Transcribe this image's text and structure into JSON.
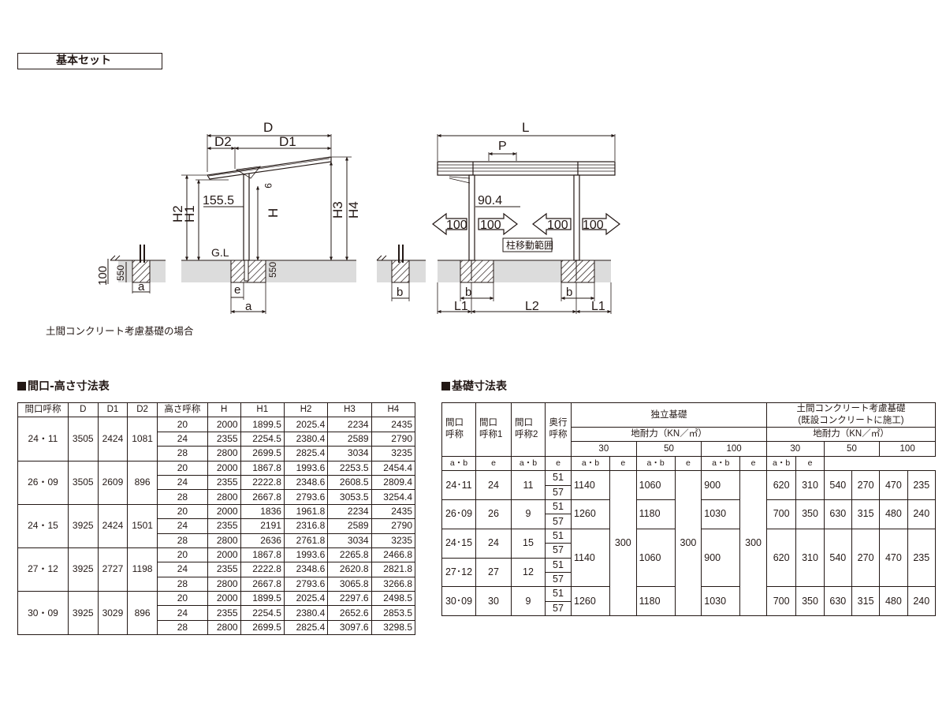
{
  "header": {
    "set_title": "基本セット"
  },
  "drawing": {
    "labels": {
      "D": "D",
      "D1": "D1",
      "D2": "D2",
      "L": "L",
      "P": "P",
      "H": "H",
      "H1": "H1",
      "H2": "H2",
      "H3": "H3",
      "H4": "H4",
      "GL": "G.L",
      "e": "e",
      "a": "a",
      "b": "b",
      "L1": "L1",
      "L2": "L2",
      "d155": "155.5",
      "d9": "9",
      "d904": "90.4",
      "d100": "100",
      "d550": "550",
      "range": "柱移動範囲"
    },
    "note": "土間コンクリート考慮基礎の場合"
  },
  "table1": {
    "title": "間口-高さ寸法表",
    "headers": [
      "間口呼称",
      "D",
      "D1",
      "D2",
      "高さ呼称",
      "H",
      "H1",
      "H2",
      "H3",
      "H4"
    ],
    "groups": [
      {
        "name": "24・11",
        "D": "3505",
        "D1": "2424",
        "D2": "1081",
        "rows": [
          [
            "20",
            "2000",
            "1899.5",
            "2025.4",
            "2234",
            "2435"
          ],
          [
            "24",
            "2355",
            "2254.5",
            "2380.4",
            "2589",
            "2790"
          ],
          [
            "28",
            "2800",
            "2699.5",
            "2825.4",
            "3034",
            "3235"
          ]
        ]
      },
      {
        "name": "26・09",
        "D": "3505",
        "D1": "2609",
        "D2": "896",
        "rows": [
          [
            "20",
            "2000",
            "1867.8",
            "1993.6",
            "2253.5",
            "2454.4"
          ],
          [
            "24",
            "2355",
            "2222.8",
            "2348.6",
            "2608.5",
            "2809.4"
          ],
          [
            "28",
            "2800",
            "2667.8",
            "2793.6",
            "3053.5",
            "3254.4"
          ]
        ]
      },
      {
        "name": "24・15",
        "D": "3925",
        "D1": "2424",
        "D2": "1501",
        "rows": [
          [
            "20",
            "2000",
            "1836",
            "1961.8",
            "2234",
            "2435"
          ],
          [
            "24",
            "2355",
            "2191",
            "2316.8",
            "2589",
            "2790"
          ],
          [
            "28",
            "2800",
            "2636",
            "2761.8",
            "3034",
            "3235"
          ]
        ]
      },
      {
        "name": "27・12",
        "D": "3925",
        "D1": "2727",
        "D2": "1198",
        "rows": [
          [
            "20",
            "2000",
            "1867.8",
            "1993.6",
            "2265.8",
            "2466.8"
          ],
          [
            "24",
            "2355",
            "2222.8",
            "2348.6",
            "2620.8",
            "2821.8"
          ],
          [
            "28",
            "2800",
            "2667.8",
            "2793.6",
            "3065.8",
            "3266.8"
          ]
        ]
      },
      {
        "name": "30・09",
        "D": "3925",
        "D1": "3029",
        "D2": "896",
        "rows": [
          [
            "20",
            "2000",
            "1899.5",
            "2025.4",
            "2297.6",
            "2498.5"
          ],
          [
            "24",
            "2355",
            "2254.5",
            "2380.4",
            "2652.6",
            "2853.5"
          ],
          [
            "28",
            "2800",
            "2699.5",
            "2825.4",
            "3097.6",
            "3298.5"
          ]
        ]
      }
    ]
  },
  "table2": {
    "title": "基礎寸法表",
    "headers": {
      "col1": "間口\n呼称",
      "col2": "間口\n呼称1",
      "col3": "間口\n呼称2",
      "col4": "奥行\n呼称",
      "independent": "独立基礎",
      "doma": "土間コンクリート考慮基礎\n(既設コンクリートに施工)",
      "bearing": "地耐力（KN／㎡）",
      "levels": [
        "30",
        "50",
        "100"
      ],
      "ab": "a・b",
      "e": "e"
    },
    "e_value": "300",
    "rows": [
      {
        "name": "24･11",
        "w1": "24",
        "w2": "11",
        "depths": [
          "51",
          "57"
        ],
        "ind": [
          "1140",
          "1060",
          "900"
        ],
        "doma": [
          "620",
          "310",
          "540",
          "270",
          "470",
          "235"
        ]
      },
      {
        "name": "26･09",
        "w1": "26",
        "w2": "9",
        "depths": [
          "51",
          "57"
        ],
        "ind": [
          "1260",
          "1180",
          "1030"
        ],
        "doma": [
          "700",
          "350",
          "630",
          "315",
          "480",
          "240"
        ]
      },
      {
        "name": "24･15",
        "w1": "24",
        "w2": "15",
        "depths": [
          "51",
          "57"
        ],
        "ind": [
          "1140",
          "1060",
          "900"
        ],
        "doma": [
          "620",
          "310",
          "540",
          "270",
          "470",
          "235"
        ]
      },
      {
        "name": "27･12",
        "w1": "27",
        "w2": "12",
        "depths": [
          "51",
          "57"
        ]
      },
      {
        "name": "30･09",
        "w1": "30",
        "w2": "9",
        "depths": [
          "51",
          "57"
        ],
        "ind": [
          "1260",
          "1180",
          "1030"
        ],
        "doma": [
          "700",
          "350",
          "630",
          "315",
          "480",
          "240"
        ]
      }
    ]
  }
}
